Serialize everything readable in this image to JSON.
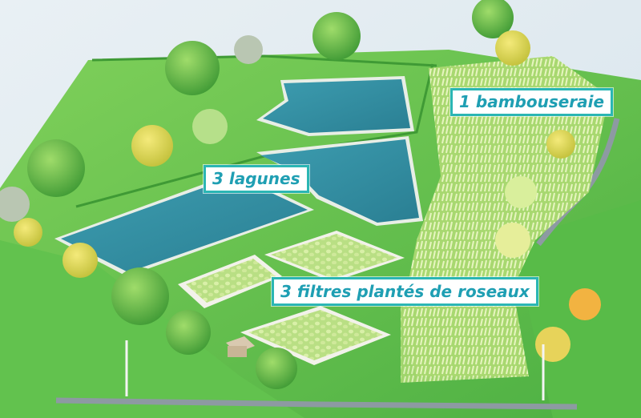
{
  "labels": {
    "bambouseraie": "1 bambouseraie",
    "lagunes": "3 lagunes",
    "filtres": "3 filtres plantés de roseaux"
  },
  "colors": {
    "label_border": "#2bb6b4",
    "label_text": "#1f9fb3",
    "grass": "#5cc04a",
    "water": "#2f8fa0",
    "sky": "#dfeaf1"
  }
}
